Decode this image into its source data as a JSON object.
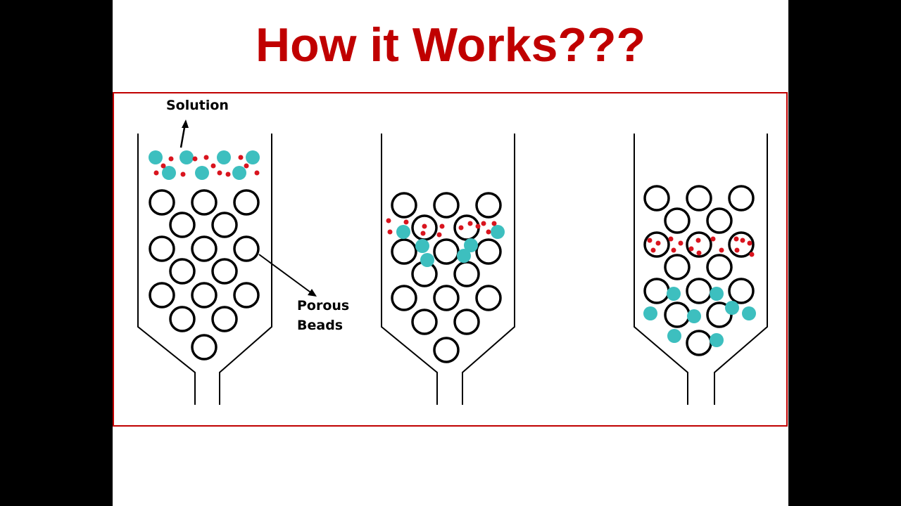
{
  "slide": {
    "title": "How it Works???"
  },
  "labels": {
    "solution": "Solution",
    "porous_beads_line1": "Porous",
    "porous_beads_line2": "Beads"
  },
  "colors": {
    "title": "#c00000",
    "frame_border": "#c00000",
    "large_molecule": "#3dbfbf",
    "small_molecule": "#d9141e",
    "bead_outline": "#000000",
    "background_outside": "#000000",
    "slide_background": "#ffffff"
  },
  "columns": [
    {
      "stage": "initial",
      "description_visible": false
    },
    {
      "stage": "separating",
      "description_visible": false
    },
    {
      "stage": "separated",
      "description_visible": false
    }
  ]
}
